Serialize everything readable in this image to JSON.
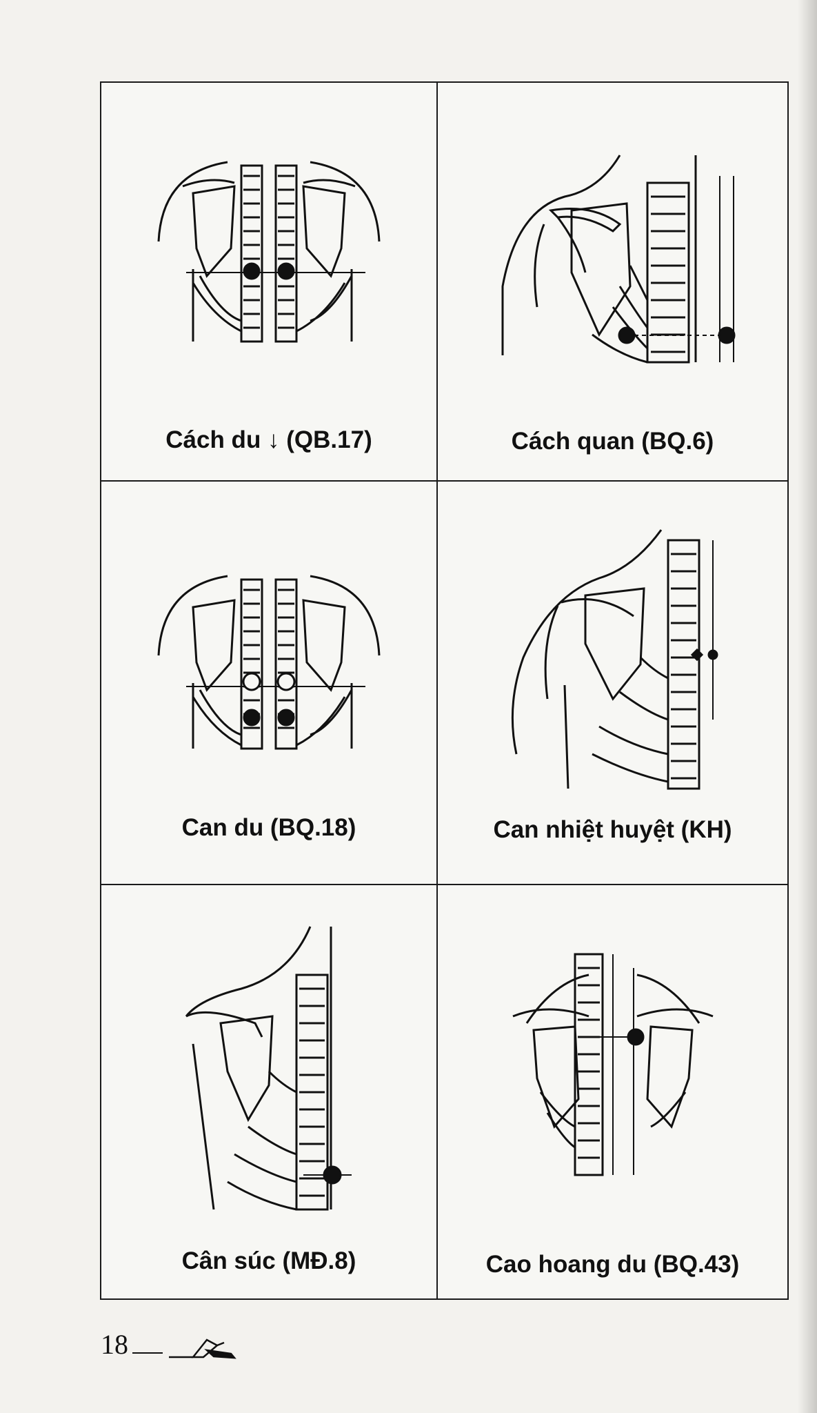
{
  "figures": [
    {
      "caption": "Cách du ↓ (QB.17)",
      "icon": "upper-back-two-points"
    },
    {
      "caption": "Cách quan (BQ.6)",
      "icon": "shoulder-side-point"
    },
    {
      "caption": "Can du (BQ.18)",
      "icon": "upper-back-four-points"
    },
    {
      "caption": "Can nhiệt huyệt (KH)",
      "icon": "shoulder-side-diamond"
    },
    {
      "caption": "Cân súc (MĐ.8)",
      "icon": "scapula-spine-point"
    },
    {
      "caption": "Cao hoang du (BQ.43)",
      "icon": "back-spine-point"
    }
  ],
  "footer": {
    "page_number": "18",
    "ornament": "pen-ornament-icon"
  }
}
